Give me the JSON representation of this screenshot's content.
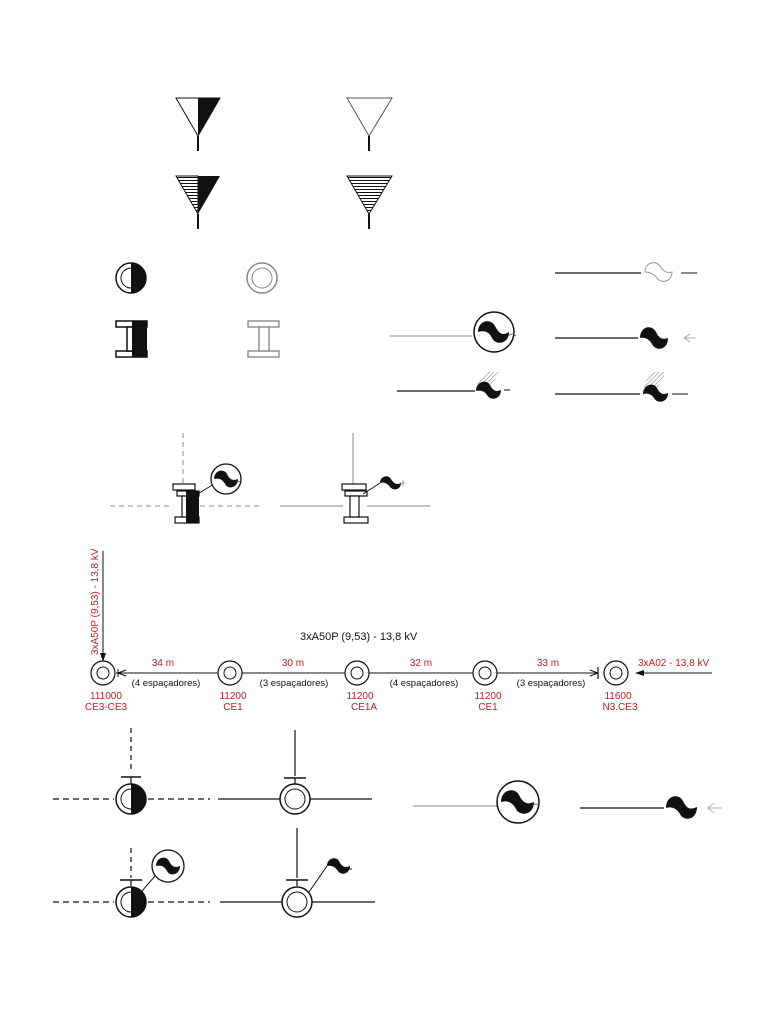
{
  "colors": {
    "ink": "#111111",
    "accent": "#c02020",
    "hatch": "#666666"
  },
  "feeder": {
    "main_cable": "3xA50P (9,53) - 13,8 kV",
    "left_cable": "3xA50P (9,53) - 13,8 kV",
    "right_cable": "3xA02 - 13,8 kV",
    "poles": [
      {
        "id": "111000",
        "type": "CE3-CE3"
      },
      {
        "id": "11200",
        "type": "CE1"
      },
      {
        "id": "11200",
        "type": "CE1A"
      },
      {
        "id": "11200",
        "type": "CE1"
      },
      {
        "id": "11600",
        "type": "N3.CE3"
      }
    ],
    "spans": [
      {
        "length": "34 m",
        "spacers": "(4 espaçadores)"
      },
      {
        "length": "30 m",
        "spacers": "(3 espaçadores)"
      },
      {
        "length": "32 m",
        "spacers": "(4 espaçadores)"
      },
      {
        "length": "33 m",
        "spacers": "(3 espaçadores)"
      }
    ]
  }
}
